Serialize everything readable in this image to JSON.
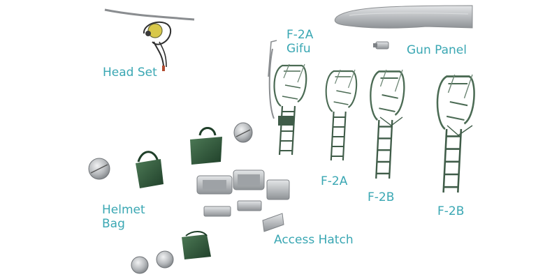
{
  "labels": {
    "head_set": "Head Set",
    "gun_panel": "Gun Panel",
    "f2a_gifu_line1": "F-2A",
    "f2a_gifu_line2": "Gifu",
    "f2a": "F-2A",
    "f2b_1": "F-2B",
    "f2b_2": "F-2B",
    "helmet": "Helmet",
    "bag": "Bag",
    "access_hatch": "Access Hatch"
  },
  "colors": {
    "label_text": "#3aa7b3",
    "ladder_green": "#3f5c48",
    "bag_green": "#2f5a3a",
    "metal_grey": "#b9bcbf",
    "background": "#ffffff"
  },
  "icons": {
    "head_set": "headset-icon",
    "gun_panel": "gun-panel-icon",
    "ladder": "ladder-icon",
    "helmet": "helmet-icon",
    "bag": "bag-icon",
    "access_hatch": "access-hatch-icon"
  }
}
